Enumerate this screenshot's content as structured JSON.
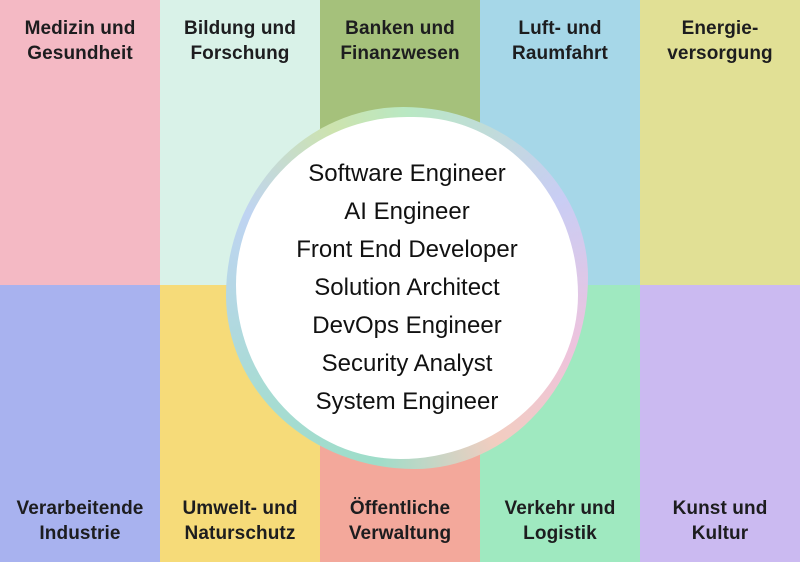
{
  "sectors": {
    "top": [
      {
        "label": "Medizin und Gesundheit",
        "color": "#f4b9c4"
      },
      {
        "label": "Bildung und Forschung",
        "color": "#d9f2e8"
      },
      {
        "label": "Banken und Finanzwesen",
        "color": "#a5c17b"
      },
      {
        "label": "Luft- und Raumfahrt",
        "color": "#a6d7e8"
      },
      {
        "label": "Energie-versorgung",
        "color": "#e1e095"
      }
    ],
    "bottom": [
      {
        "label": "Verarbeitende Industrie",
        "color": "#a8b2ef"
      },
      {
        "label": "Umwelt- und Naturschutz",
        "color": "#f6db79"
      },
      {
        "label": "Öffentliche Verwaltung",
        "color": "#f3a89b"
      },
      {
        "label": "Verkehr und Logistik",
        "color": "#9fe9c0"
      },
      {
        "label": "Kunst und Kultur",
        "color": "#cbbaf1"
      }
    ]
  },
  "roles": {
    "items": [
      "Software Engineer",
      "AI Engineer",
      "Front End Developer",
      "Solution Architect",
      "DevOps Engineer",
      "Security Analyst",
      "System Engineer"
    ]
  },
  "center_badge": {
    "background": "#ffffff",
    "ring_colors": [
      "#b9e8c3",
      "#c9cdf4",
      "#eec3dd",
      "#f2cdc0",
      "#9eddc9",
      "#a8dcd4",
      "#bfd4f2",
      "#cde3ae"
    ]
  },
  "text_colors": {
    "sector_label": "#1d1d1f",
    "role_text": "#111111"
  }
}
